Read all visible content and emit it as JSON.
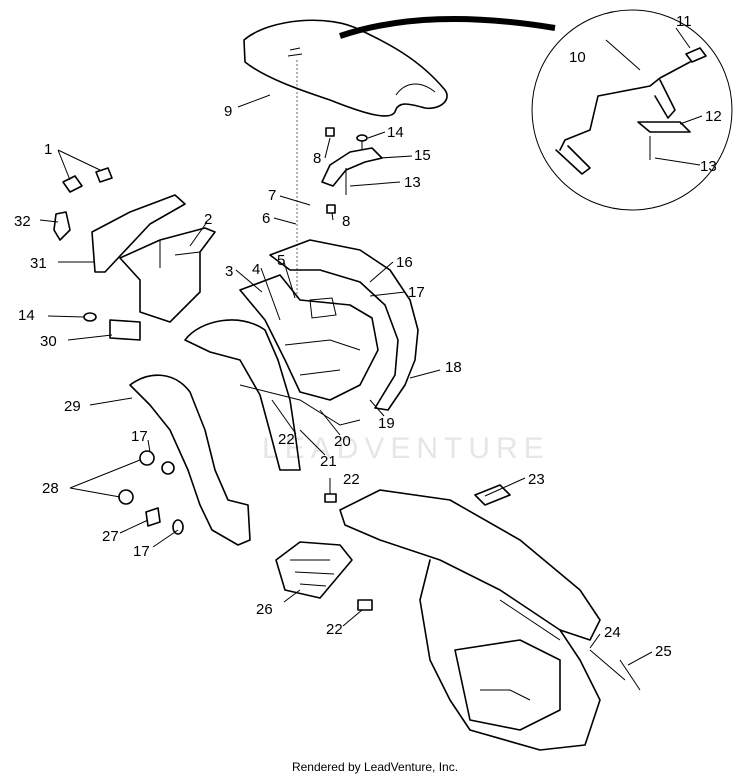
{
  "watermark": "LEADVENTURE",
  "footer": "Rendered by LeadVenture, Inc.",
  "callouts": [
    "1",
    "2",
    "3",
    "4",
    "5",
    "6",
    "7",
    "8",
    "8",
    "9",
    "10",
    "11",
    "12",
    "13",
    "13",
    "14",
    "14",
    "15",
    "16",
    "17",
    "17",
    "17",
    "18",
    "19",
    "20",
    "21",
    "22",
    "22",
    "22",
    "23",
    "24",
    "25",
    "26",
    "27",
    "28",
    "29",
    "30",
    "31",
    "32"
  ]
}
